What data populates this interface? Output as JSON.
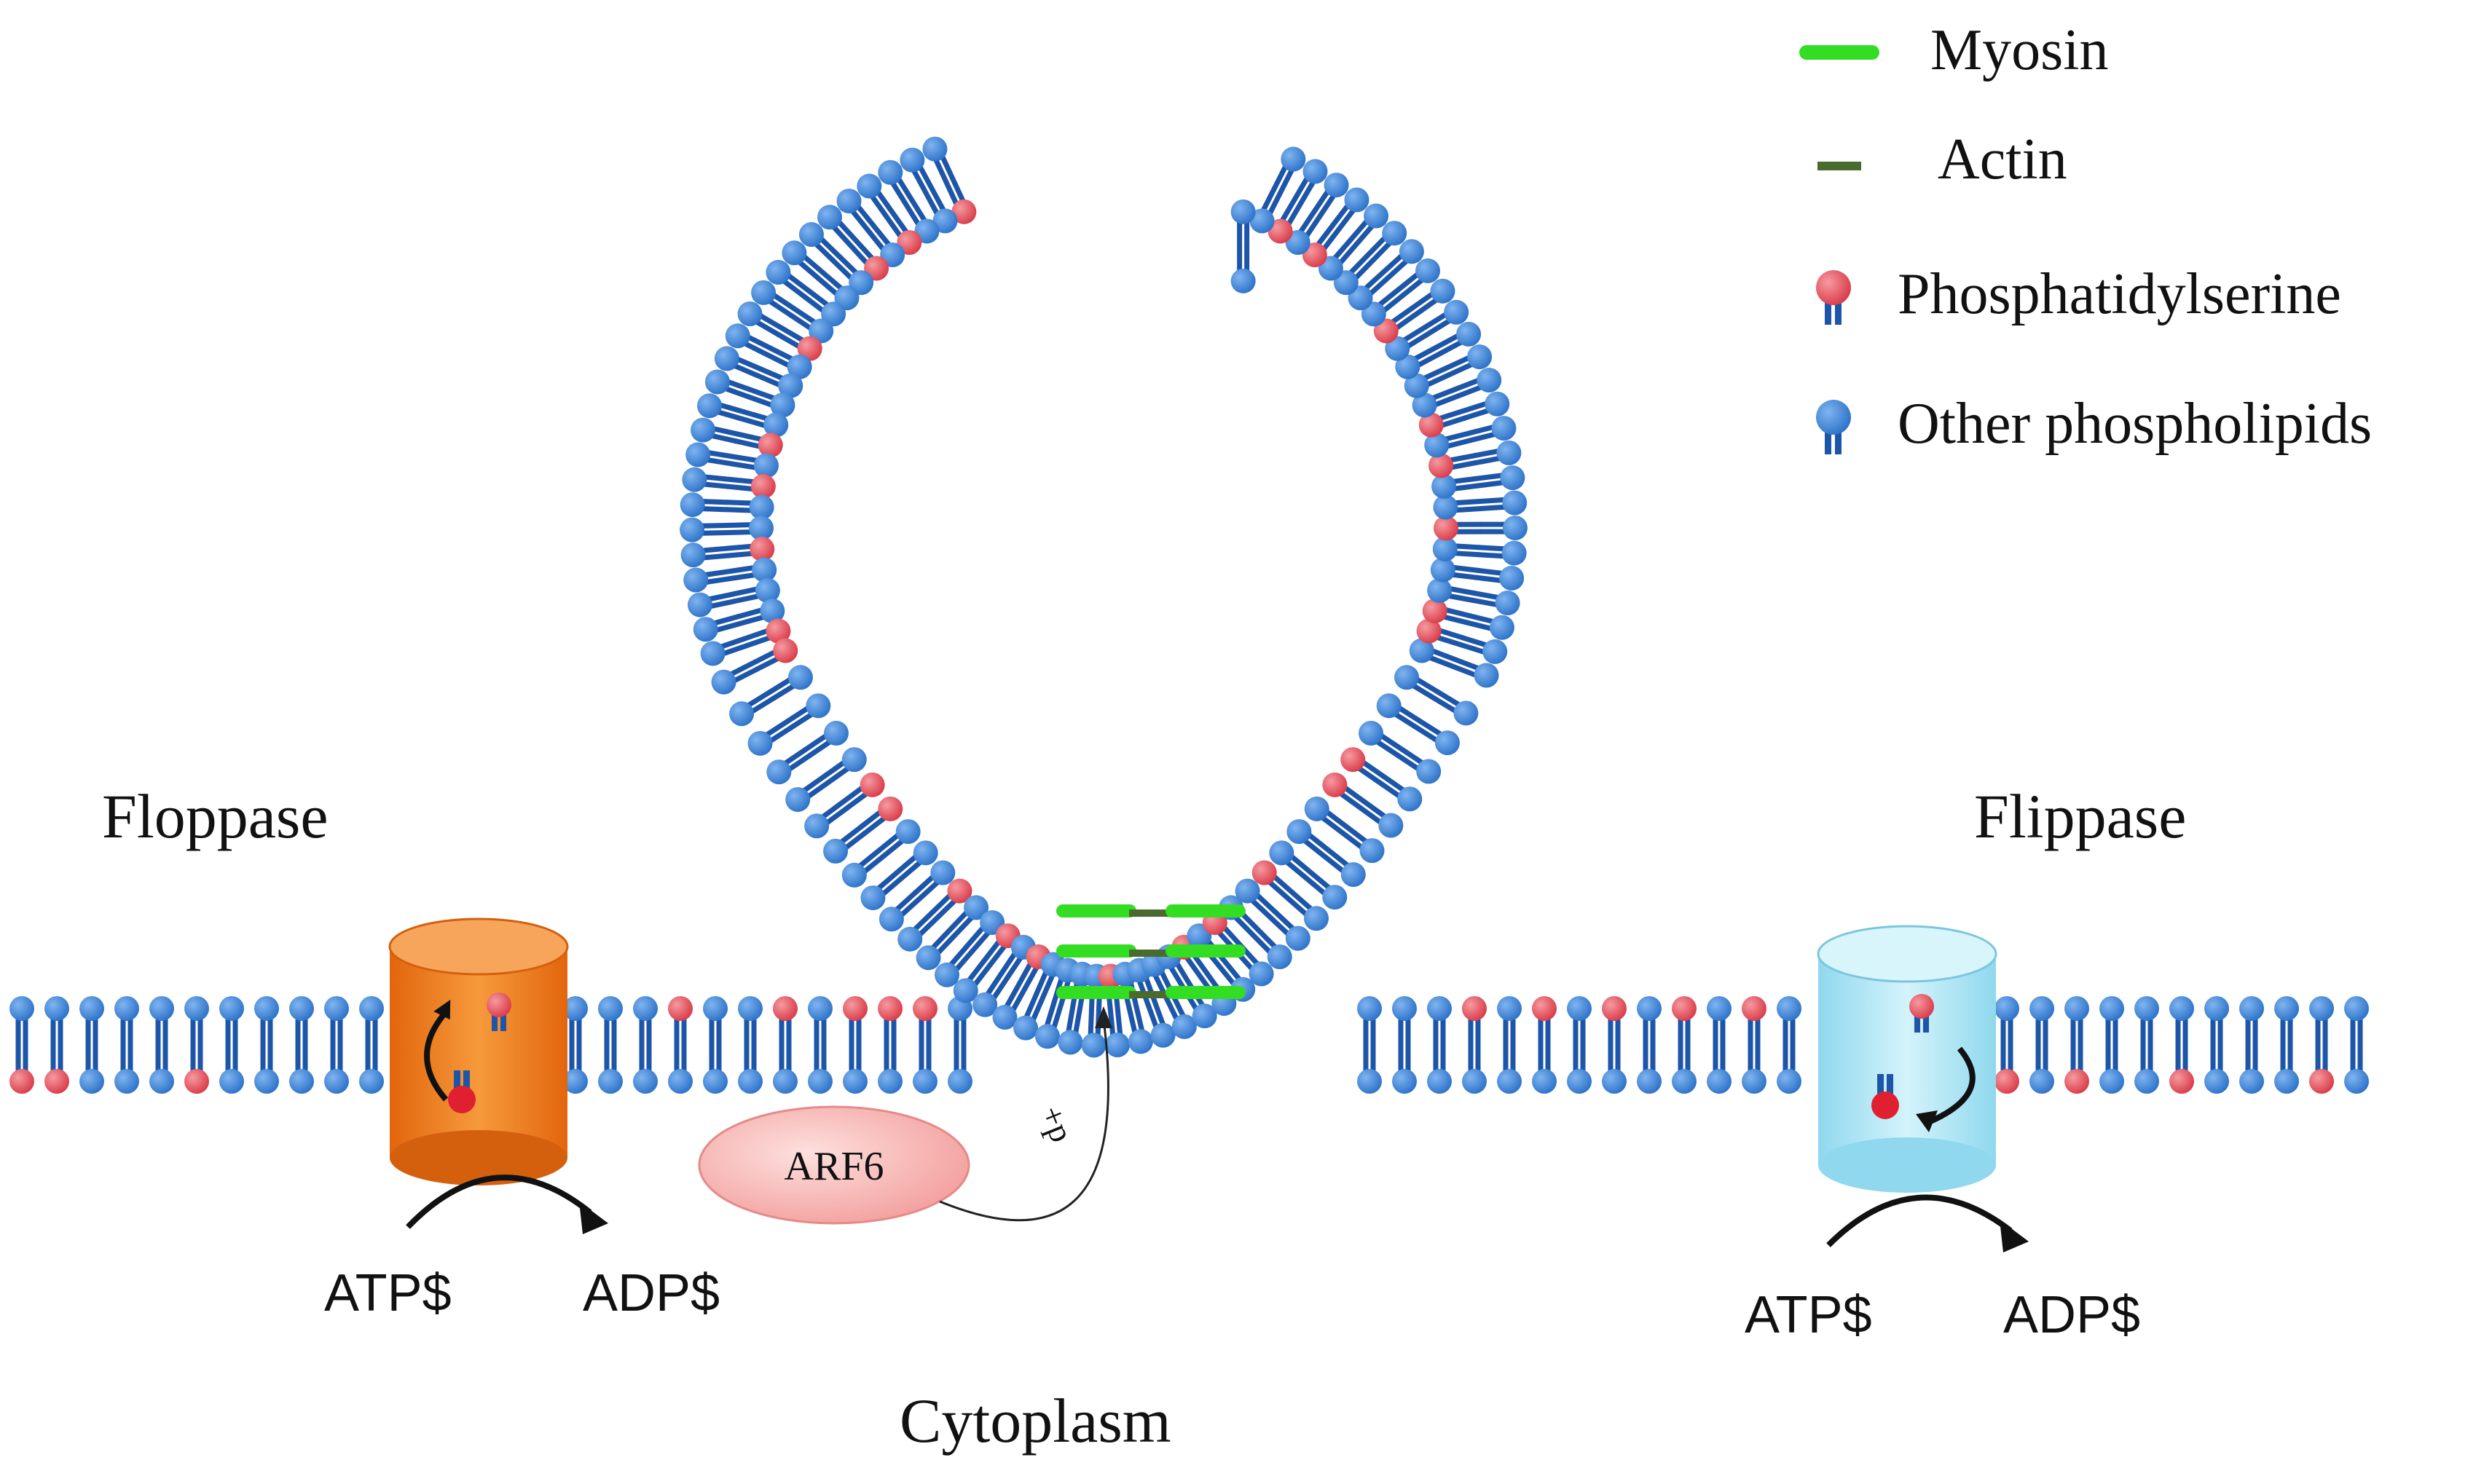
{
  "labels": {
    "floppase": "Floppase",
    "flippase": "Flippase",
    "cytoplasm": "Cytoplasm",
    "arf6": "ARF6",
    "plus_p": "+p",
    "floppase_atp": "ATP$",
    "floppase_adp": "ADP$",
    "flippase_atp": "ATP$",
    "flippase_adp": "ADP$"
  },
  "legend": [
    {
      "key": "myosin",
      "label": "Myosin",
      "symbol": "green-bar",
      "color": "#33dd22"
    },
    {
      "key": "actin",
      "label": "Actin",
      "symbol": "dark-green-bar",
      "color": "#4a6b2e"
    },
    {
      "key": "ps",
      "label": "Phosphatidylserine",
      "symbol": "red-lipid",
      "color": "#e8505a"
    },
    {
      "key": "other",
      "label": "Other phospholipids",
      "symbol": "blue-lipid",
      "color": "#2f7fd8"
    }
  ],
  "colors": {
    "head_blue": "#3b86dc",
    "head_red": "#ea5360",
    "tail_blue": "#1d55a8",
    "floppase": "#f07d1e",
    "flippase": "#aee6f4",
    "arf6": "#f6b3b1",
    "myosin": "#33dd22",
    "actin": "#4a6b2e"
  }
}
